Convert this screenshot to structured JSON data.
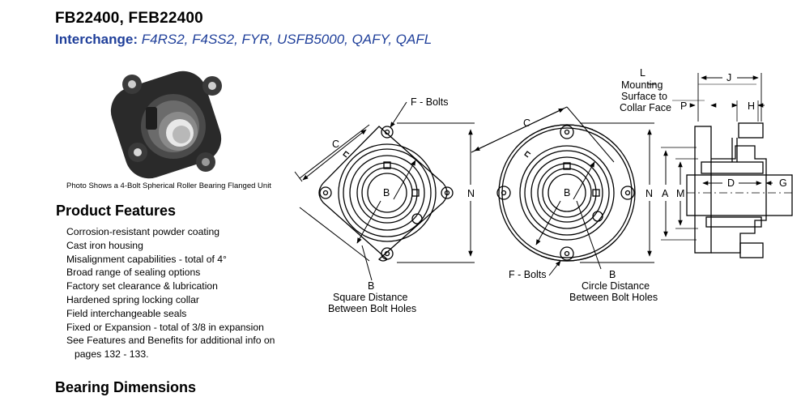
{
  "header": {
    "title": "FB22400, FEB22400",
    "interchange_label": "Interchange:",
    "interchange_value": "F4RS2, F4SS2, FYR, USFB5000, QAFY, QAFL"
  },
  "photo": {
    "caption": "Photo Shows a 4-Bolt Spherical Roller Bearing Flanged Unit"
  },
  "features": {
    "heading": "Product Features",
    "items": [
      "Corrosion-resistant powder coating",
      "Cast iron housing",
      "Misalignment capabilities - total of 4°",
      "Broad range of sealing options",
      "Factory set clearance & lubrication",
      "Hardened spring locking collar",
      "Field interchangeable seals",
      "Fixed or Expansion - total of 3/8 in expansion"
    ],
    "note_line1": "See Features and Benefits for additional info on",
    "note_line2": "pages 132 - 133."
  },
  "dimensions": {
    "heading": "Bearing Dimensions"
  },
  "diagram": {
    "labels": {
      "f_bolts": "F - Bolts",
      "c": "C",
      "n": "N",
      "b": "B",
      "a": "A",
      "m": "M",
      "d": "D",
      "g": "G",
      "j": "J",
      "l": "L",
      "p": "P",
      "h": "H"
    },
    "square_caption_1": "Square Distance",
    "square_caption_2": "Between Bolt Holes",
    "circle_caption_1": "Circle Distance",
    "circle_caption_2": "Between Bolt Holes",
    "mount_1": "Mounting",
    "mount_2": "Surface to",
    "mount_3": "Collar Face"
  }
}
